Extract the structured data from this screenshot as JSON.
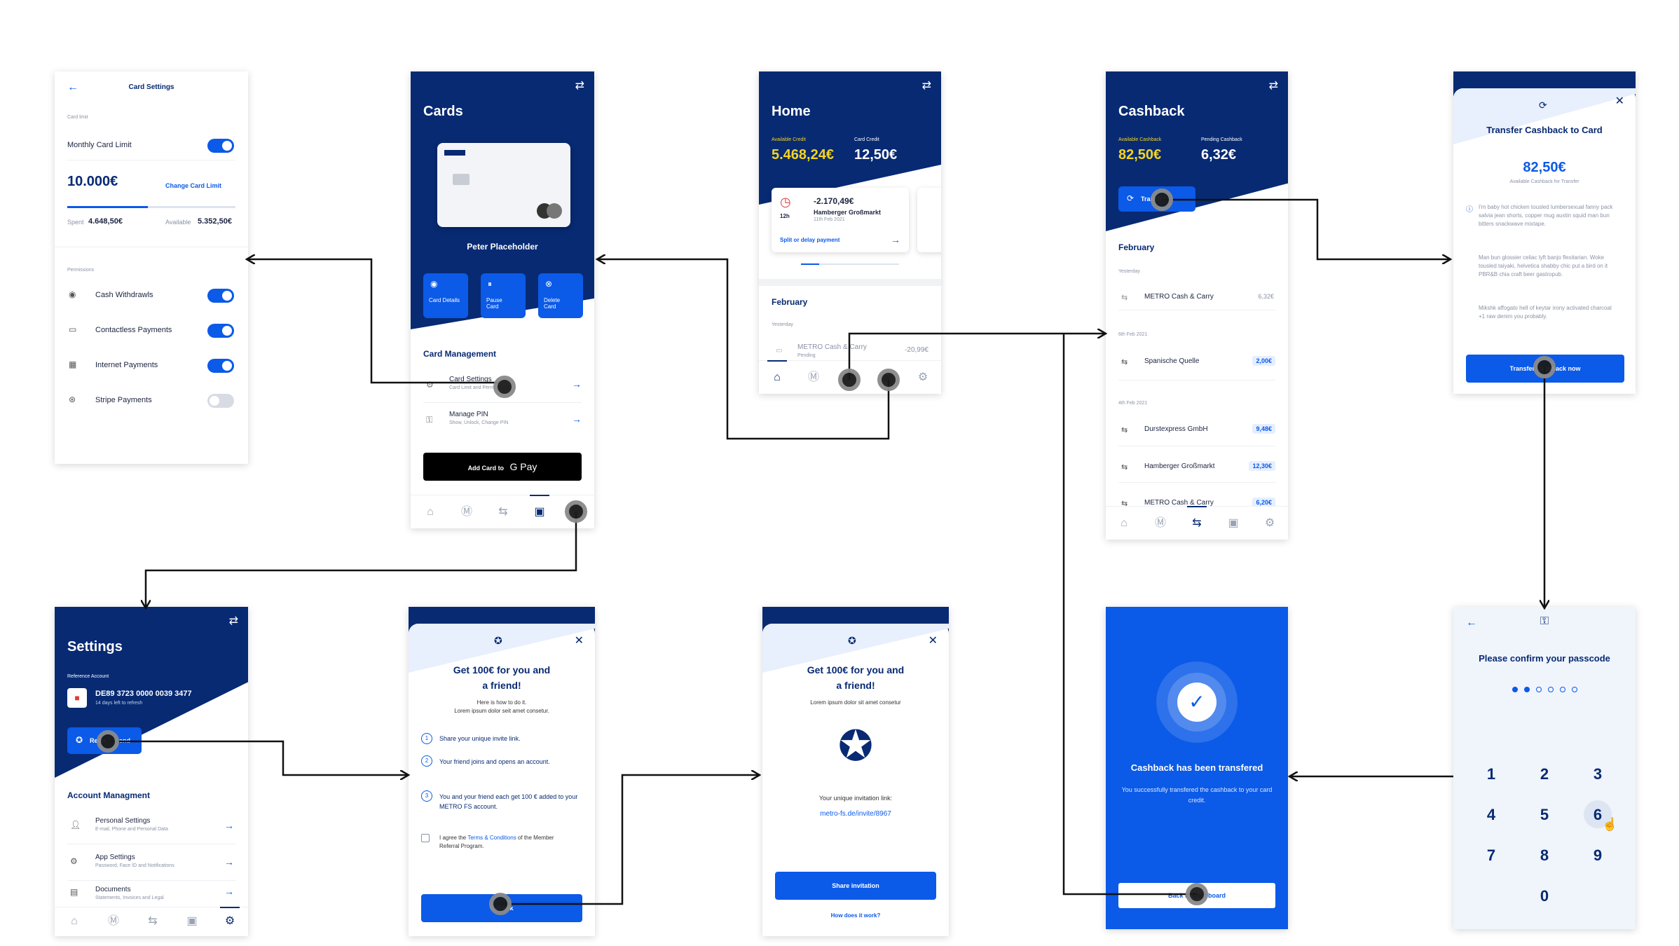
{
  "card_settings": {
    "title": "Card Settings",
    "card_limit_label": "Card limit",
    "monthly_limit_label": "Monthly Card Limit",
    "limit_value": "10.000€",
    "change_link": "Change Card Limit",
    "spent_label": "Spent",
    "spent_value": "4.648,50€",
    "available_label": "Available",
    "available_value": "5.352,50€",
    "permissions_label": "Permissions",
    "permissions": [
      {
        "label": "Cash Withdrawls",
        "on": true
      },
      {
        "label": "Contactless Payments",
        "on": true
      },
      {
        "label": "Internet Payments",
        "on": true
      },
      {
        "label": "Stripe Payments",
        "on": false
      }
    ]
  },
  "cards": {
    "title": "Cards",
    "holder": "Peter Placeholder",
    "actions": [
      "Card Details",
      "Pause Card",
      "Delete Card"
    ],
    "management_label": "Card Management",
    "items": [
      {
        "label": "Card Settings",
        "sub": "Card Limit and Permissions"
      },
      {
        "label": "Manage PIN",
        "sub": "Show, Unlock, Change PIN"
      }
    ],
    "gpay_label": "Add Card to",
    "gpay_brand": "G Pay"
  },
  "home": {
    "title": "Home",
    "available_label": "Available Credit",
    "available_value": "5.468,24€",
    "card_credit_label": "Card Credit",
    "card_credit_value": "12,50€",
    "tx_amount": "-2.170,49€",
    "tx_name": "Hamberger Großmarkt",
    "tx_date": "11th Feb 2021",
    "tx_hours": "12h",
    "split_label": "Split or delay payment",
    "month": "February",
    "yesterday": "Yesterday",
    "pending_name": "METRO Cash & Carry",
    "pending_status": "Pending",
    "pending_amount": "-20,99€"
  },
  "cashback": {
    "title": "Cashback",
    "available_label": "Available Cashback",
    "available_value": "82,50€",
    "pending_label": "Pending Cashback",
    "pending_value": "6,32€",
    "transfer_button": "Transfer",
    "month": "February",
    "groups": [
      {
        "date": "Yesterday",
        "items": [
          {
            "name": "METRO Cash & Carry",
            "amount": "6,32€"
          }
        ]
      },
      {
        "date": "6th Feb 2021",
        "items": [
          {
            "name": "Spanische Quelle",
            "amount": "2,00€"
          }
        ]
      },
      {
        "date": "4th Feb 2021",
        "items": [
          {
            "name": "Durstexpress GmbH",
            "amount": "9,48€"
          },
          {
            "name": "Hamberger Großmarkt",
            "amount": "12,30€"
          },
          {
            "name": "METRO Cash & Carry",
            "amount": "6,20€"
          }
        ]
      }
    ]
  },
  "transfer": {
    "title": "Transfer Cashback to Card",
    "amount": "82,50€",
    "amount_sub": "Available Cashback for Transfer",
    "para1": "I'm baby hot chicken tousled lumbersexual fanny pack salvia jean shorts, copper mug austin squid man bun bitters snackwave mixtape.",
    "para2": "Man bun glossier celiac lyft banjo flexitarian. Woke tousled taiyaki, helvetica shabby chic put a bird on it PBR&B chia craft beer gastropub.",
    "para3": "Mikshk affogato hell of keytar irony activated charcoal +1 raw denim you probably.",
    "button": "Transfer Cashback now"
  },
  "settings": {
    "title": "Settings",
    "ref_label": "Reference Account",
    "iban": "DE89 3723 0000 0039 3477",
    "refresh_note": "14 days left to refresh",
    "refer_button": "Refer a friend",
    "account_label": "Account Managment",
    "items": [
      {
        "label": "Personal Settings",
        "sub": "E-mail, Phone and Personal Data"
      },
      {
        "label": "App Settings",
        "sub": "Password, Face ID and Notifications"
      },
      {
        "label": "Documents",
        "sub": "Statements, Invoices and Legal"
      }
    ]
  },
  "referral": {
    "title_line1": "Get 100€ for you and",
    "title_line2": "a friend!",
    "howto": "Here is how to do it.",
    "lorem": "Lorem ipsum dolor seit amet consetur.",
    "steps": [
      "Share your unique invite link.",
      "Your friend joins and opens an account.",
      "You and your friend each get 100 € added to your METRO FS account."
    ],
    "agree_pre": "I agree the",
    "agree_link": "Terms & Conditions",
    "agree_post": "of the Member Referral Program.",
    "button": "Get link"
  },
  "invite": {
    "title_line1": "Get 100€ for you and",
    "title_line2": "a friend!",
    "lorem": "Lorem ipsum dolor sit amet consetur",
    "link_label": "Your unique invitation link:",
    "link": "metro-fs.de/invite/8967",
    "button": "Share invitation",
    "help": "How does it work?"
  },
  "success": {
    "title": "Cashback has been transfered",
    "text": "You successfully transfered the cashback to your card credit.",
    "button": "Back to Dashboard"
  },
  "passcode": {
    "title": "Please confirm your passcode",
    "keys": [
      "1",
      "2",
      "3",
      "4",
      "5",
      "6",
      "7",
      "8",
      "9",
      "0"
    ]
  },
  "colors": {
    "navy": "#072a73",
    "blue": "#0b5ae8",
    "yellow": "#f5d51f"
  }
}
